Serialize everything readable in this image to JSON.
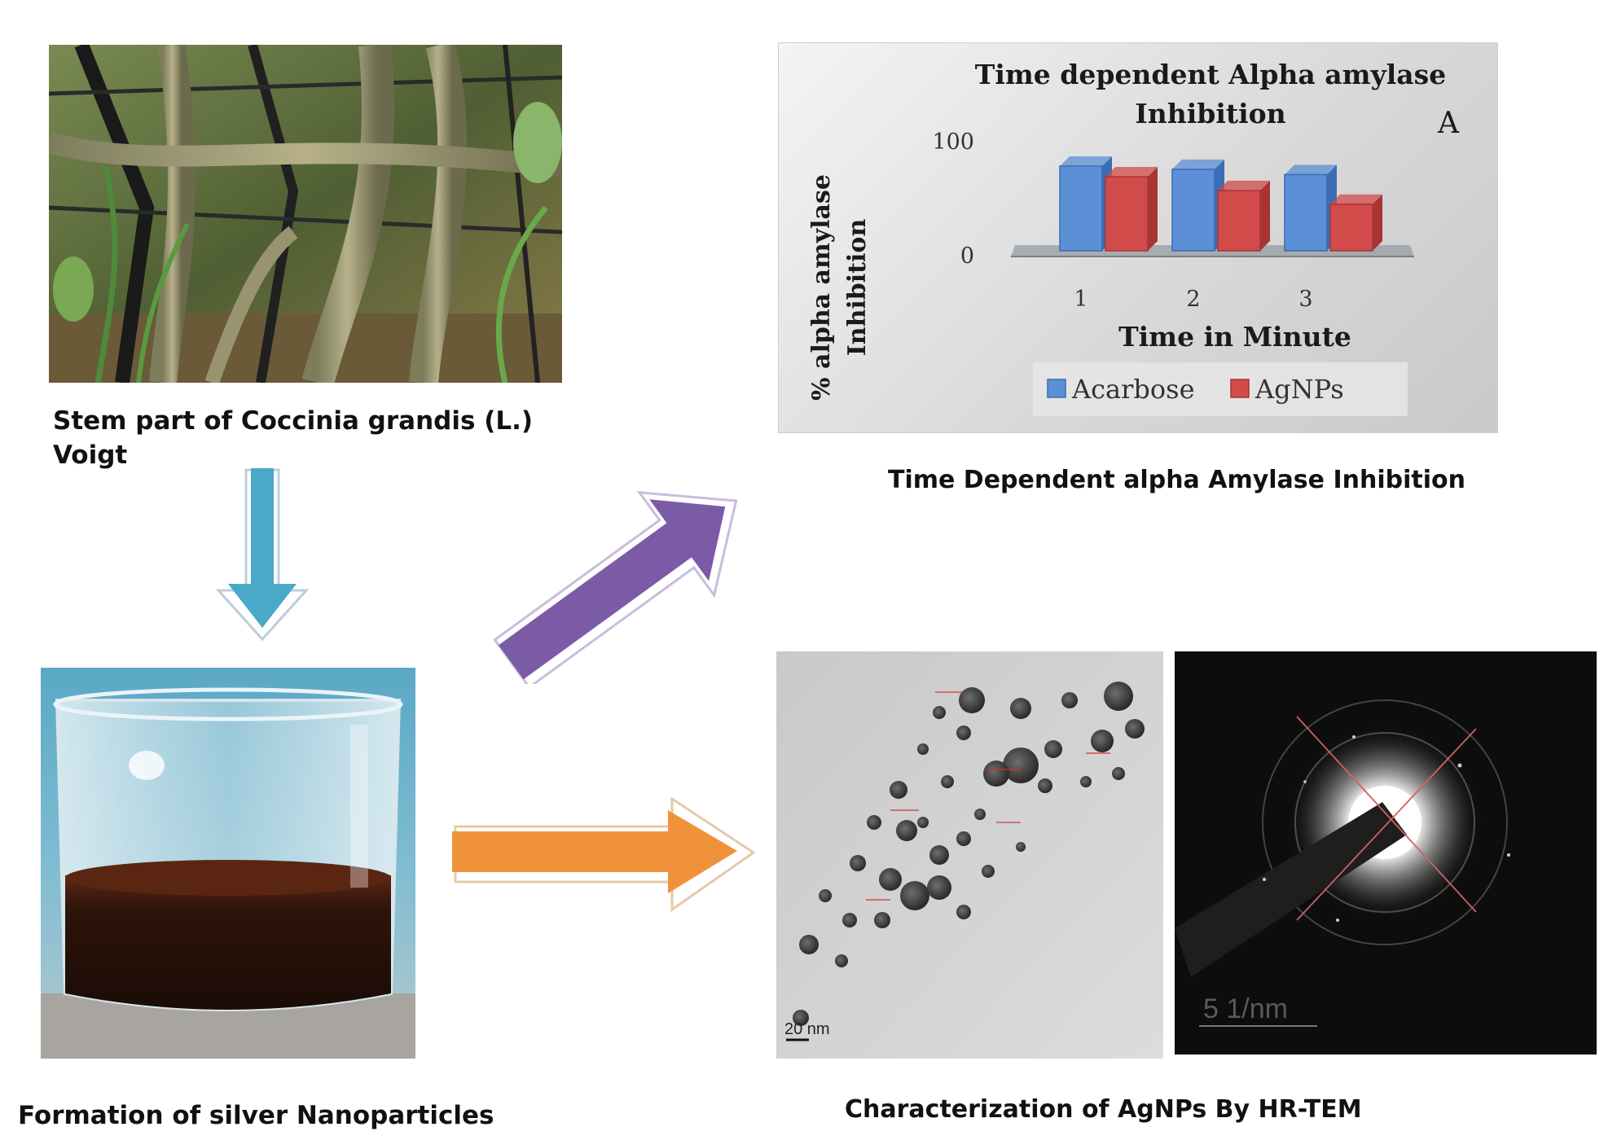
{
  "captions": {
    "stem": "Stem part of Coccinia grandis (L.) Voigt",
    "formation": "Formation of silver Nanoparticles",
    "chart": "Time Dependent alpha Amylase Inhibition",
    "tem": "Characterization of AgNPs By HR-TEM"
  },
  "tem_labels": {
    "scale_bar": "20 nm",
    "saed_scale": "5 1/nm"
  },
  "colors": {
    "down_arrow": "#4aa8c8",
    "diag_arrow": "#7b5aa6",
    "right_arrow": "#f0923a",
    "acarbose": "#5b8fd6",
    "agnps": "#d24b4b"
  },
  "chart_data": {
    "type": "bar",
    "title": "Time dependent Alpha amylase Inhibition",
    "panel_label": "A",
    "xlabel": "Time in Minute",
    "ylabel": "% alpha amylase Inhibition",
    "categories": [
      "1",
      "2",
      "3"
    ],
    "yticks": [
      "0",
      "100"
    ],
    "ylim": [
      0,
      100
    ],
    "series": [
      {
        "name": "Acarbose",
        "values": [
          80,
          77,
          72
        ]
      },
      {
        "name": "AgNPs",
        "values": [
          70,
          57,
          44
        ]
      }
    ],
    "legend": "bottom",
    "style": "3d"
  }
}
